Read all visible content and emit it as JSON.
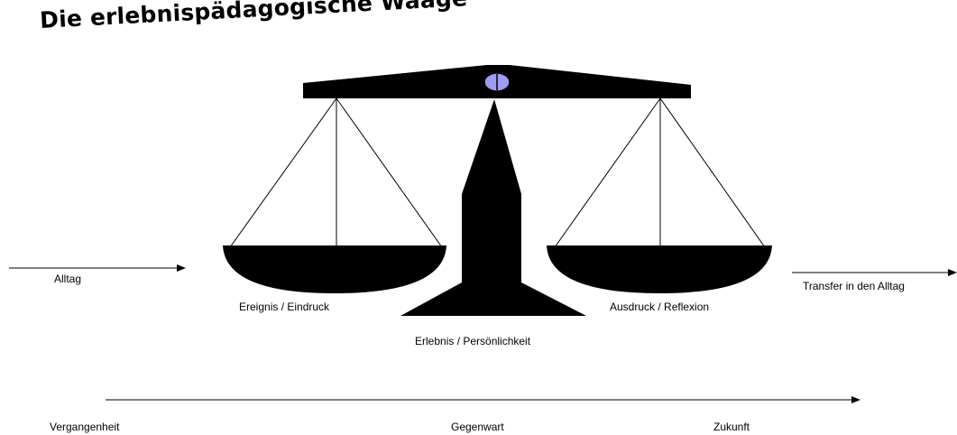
{
  "title": "Die erlebnispädagogische Waage",
  "labels": {
    "left_input": "Alltag",
    "right_output": "Transfer in den Alltag",
    "left_pan": "Ereignis / Eindruck",
    "right_pan": "Ausdruck / Reflexion",
    "center": "Erlebnis / Persönlichkeit"
  },
  "timeline": {
    "past": "Vergangenheit",
    "present": "Gegenwart",
    "future": "Zukunft"
  },
  "colors": {
    "scale": "#000000",
    "pivot": "#9e9cf3"
  }
}
